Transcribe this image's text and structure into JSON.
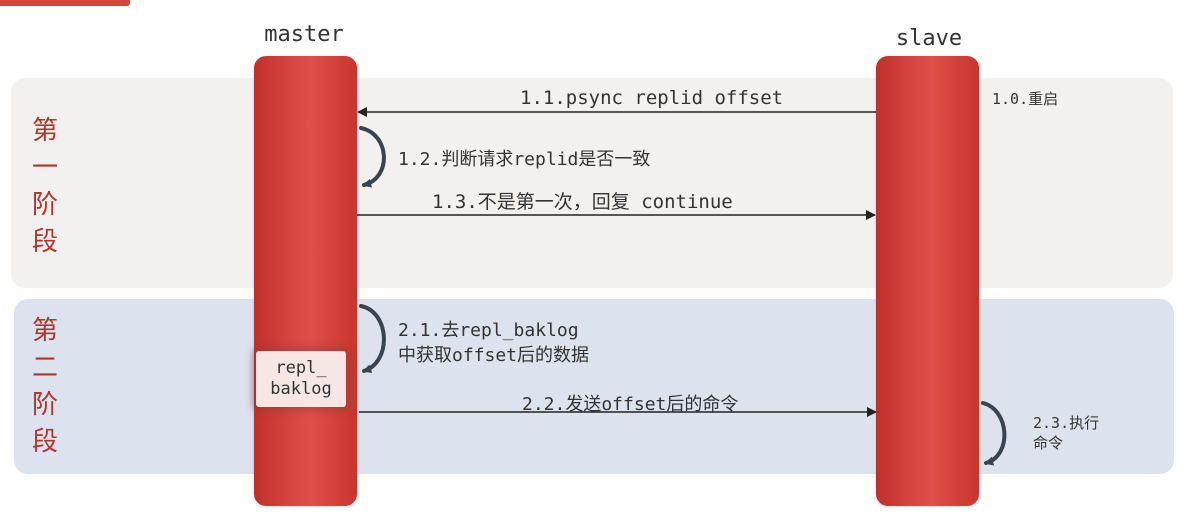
{
  "participants": {
    "master": "master",
    "slave": "slave"
  },
  "stages": [
    {
      "title": "第\n一\n阶\n段"
    },
    {
      "title": "第\n二\n阶\n段"
    }
  ],
  "buffer": {
    "label": "repl_\nbaklog"
  },
  "messages": {
    "restart": "1.0.重启",
    "psync": "1.1.psync replid offset",
    "check_replid": "1.2.判断请求replid是否一致",
    "reply_continue": "1.3.不是第一次，回复 continue",
    "fetch_backlog": "2.1.去repl_baklog\n中获取offset后的数据",
    "send_commands": "2.2.发送offset后的命令",
    "execute_commands": "2.3.执行\n命令"
  },
  "colors": {
    "lifeline": "#d74540",
    "stage_title": "#b3332d",
    "stage1_band": "#f2f1f0",
    "stage2_band": "#dce3ee",
    "arrow": "#222222",
    "self_arrow": "#3a4350"
  }
}
